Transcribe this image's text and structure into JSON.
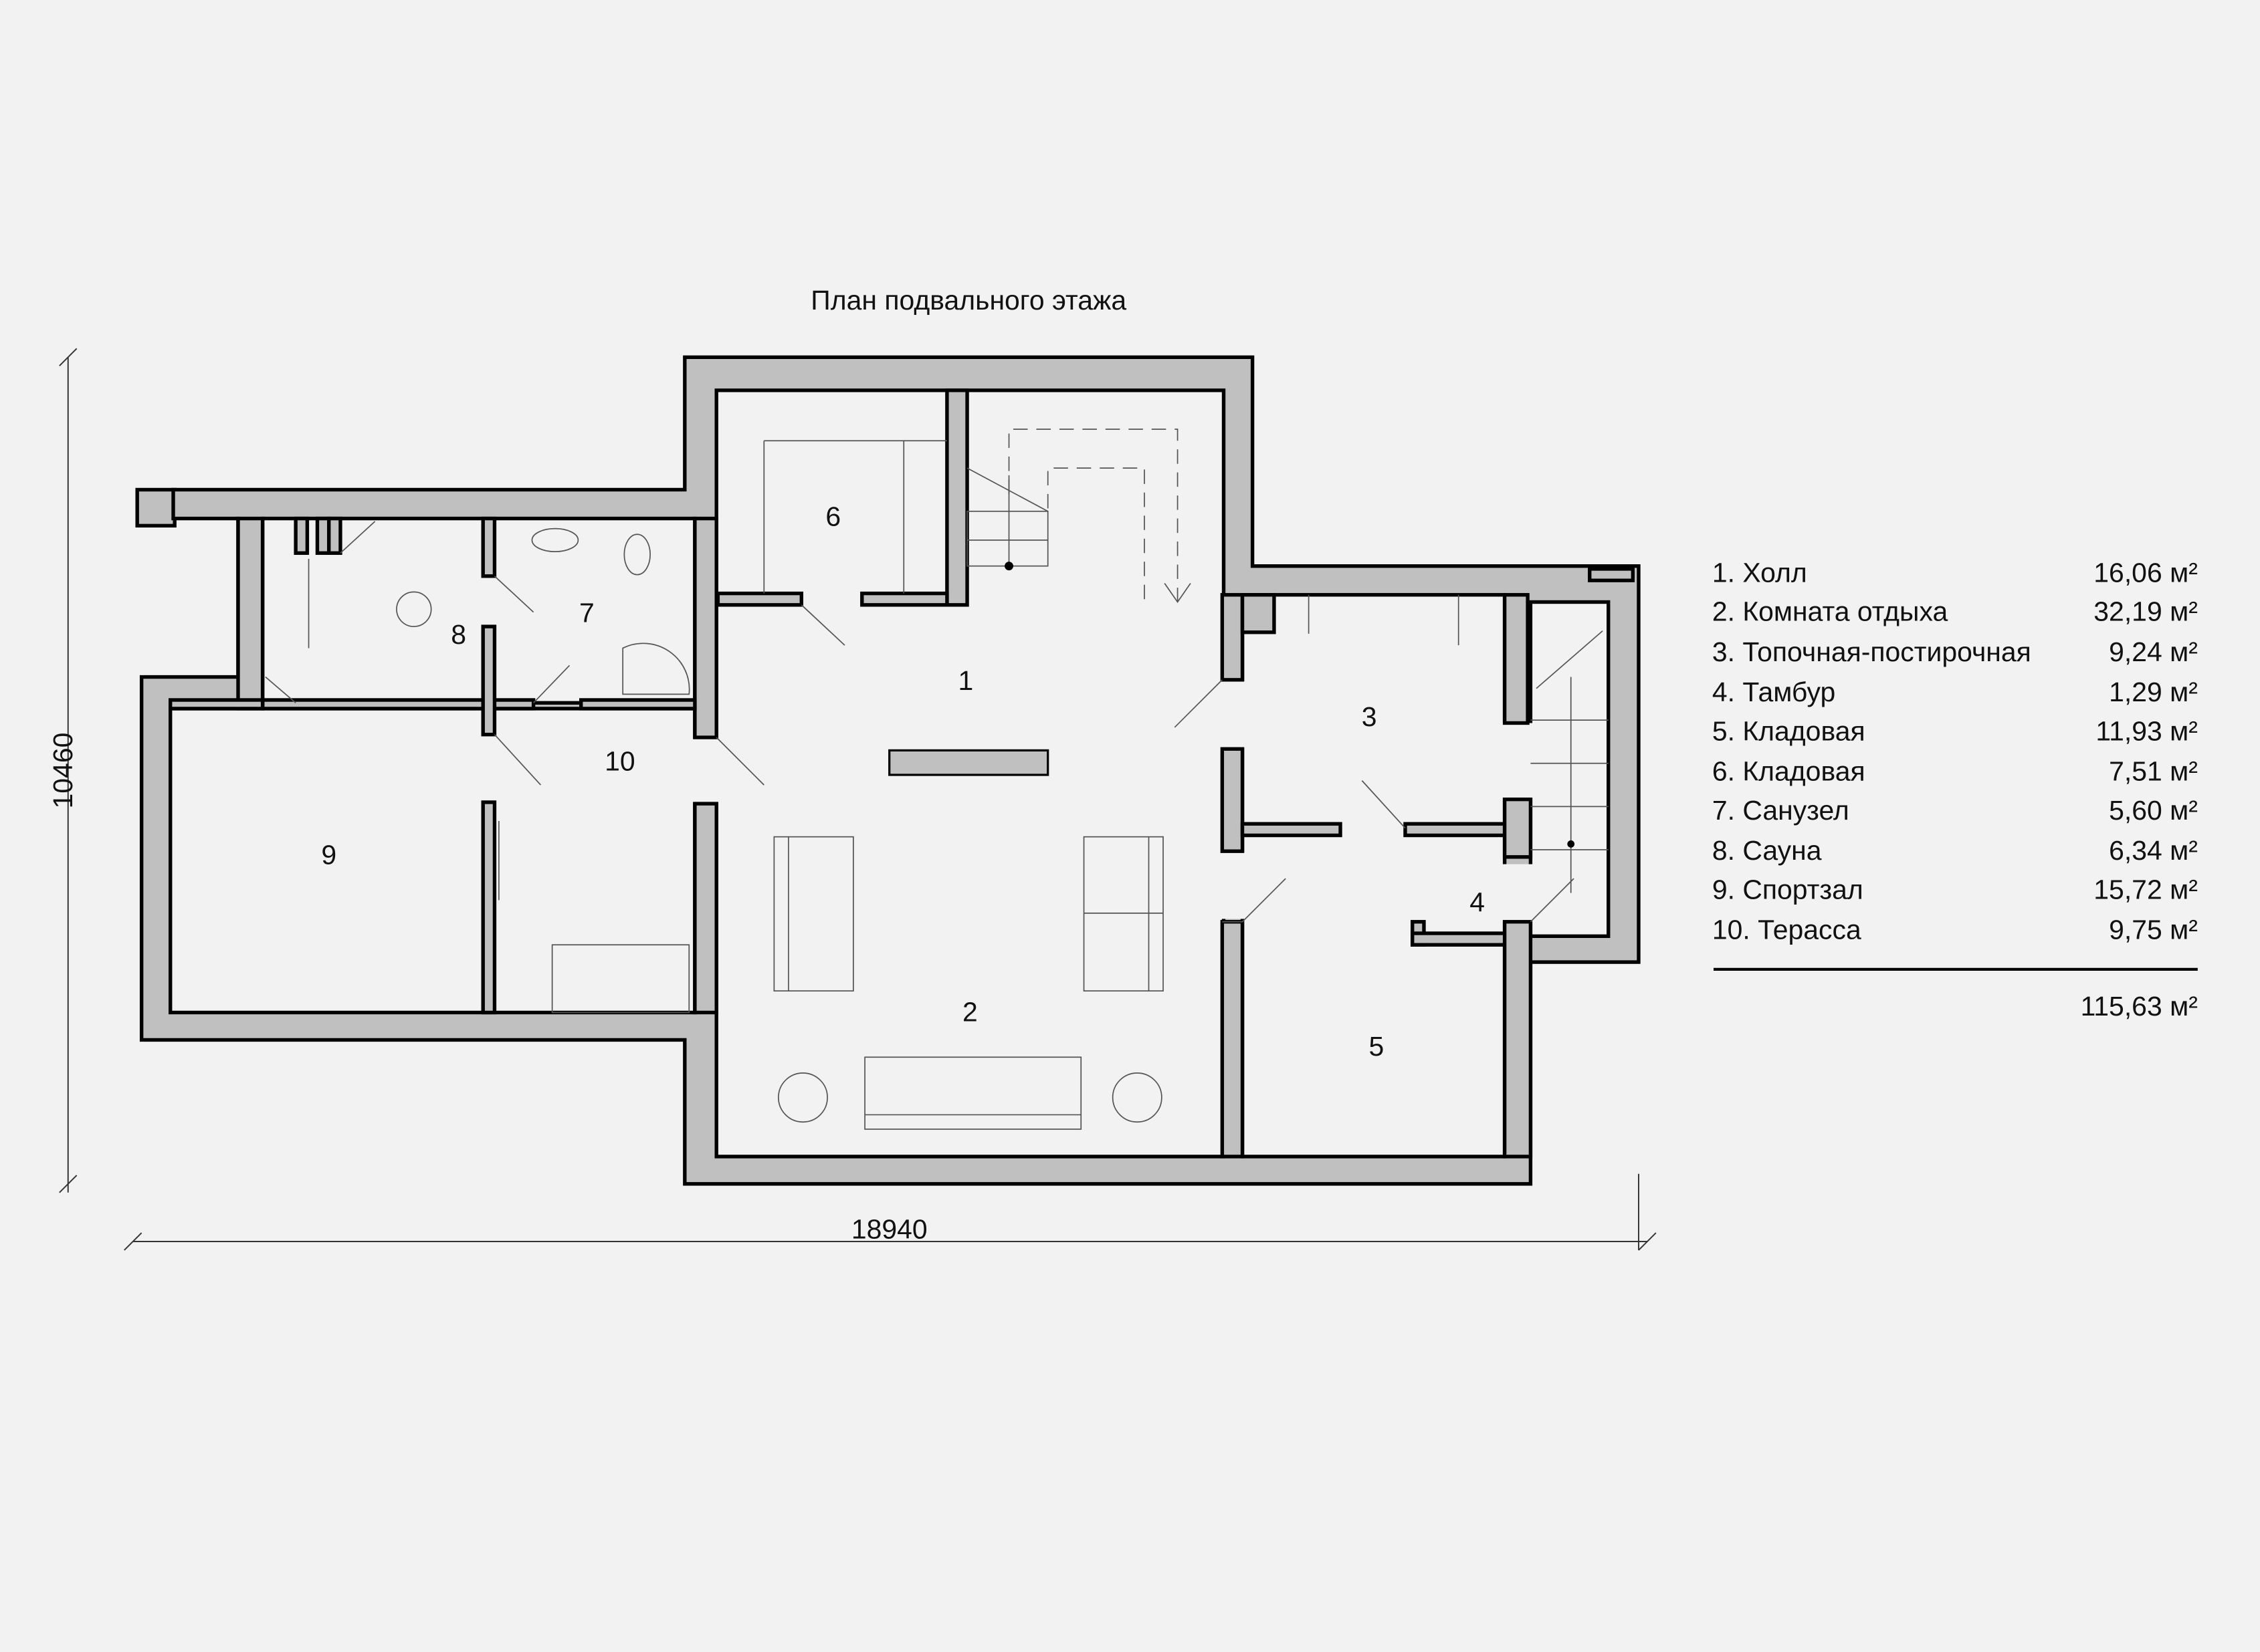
{
  "title": "План подвального этажа",
  "dimensions": {
    "width": "18940",
    "height": "10460"
  },
  "room_numbers": [
    "1",
    "2",
    "3",
    "4",
    "5",
    "6",
    "7",
    "8",
    "9",
    "10"
  ],
  "legend": [
    {
      "name": "1. Холл",
      "area": "16,06 м²"
    },
    {
      "name": "2. Комната отдыха",
      "area": "32,19 м²"
    },
    {
      "name": "3. Топочная-постирочная",
      "area": "9,24 м²"
    },
    {
      "name": "4. Тамбур",
      "area": "1,29 м²"
    },
    {
      "name": "5. Кладовая",
      "area": "11,93 м²"
    },
    {
      "name": "6. Кладовая",
      "area": "7,51 м²"
    },
    {
      "name": "7. Санузел",
      "area": "5,60 м²"
    },
    {
      "name": "8. Сауна",
      "area": "6,34 м²"
    },
    {
      "name": "9. Спортзал",
      "area": "15,72 м²"
    },
    {
      "name": "10. Терасса",
      "area": "9,75 м²"
    }
  ],
  "total_area": "115,63 м²",
  "colors": {
    "wall": "#c0c0c0",
    "background": "#f2f2f2"
  }
}
